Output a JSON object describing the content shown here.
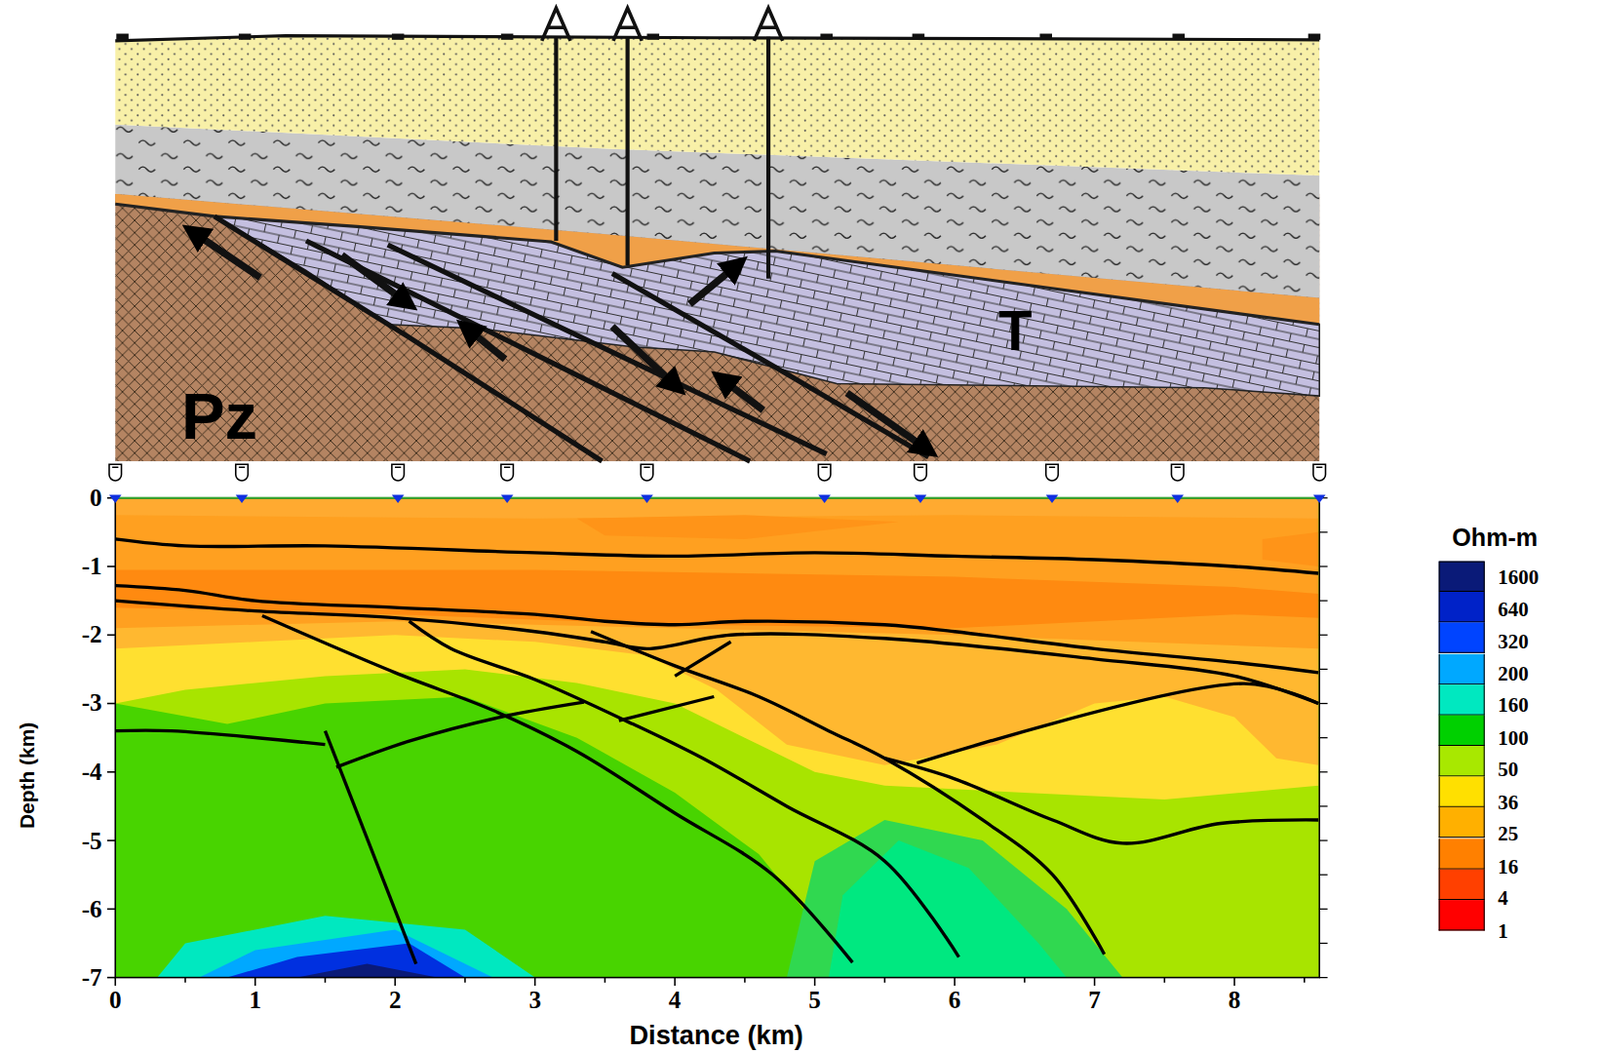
{
  "diagram": {
    "labels": [
      "Pz",
      "T",
      "0",
      "-1",
      "-2",
      "-3",
      "-4",
      "-5",
      "-6",
      "-7",
      "Depth (km)",
      "0",
      "1",
      "2",
      "3",
      "4",
      "5",
      "6",
      "7",
      "8",
      "Distance (km)",
      "Ohm-m"
    ],
    "legend": [
      {
        "text": "1600",
        "color": "#0a1a78"
      },
      {
        "text": "640",
        "color": "#0022c8"
      },
      {
        "text": "320",
        "color": "#0044ff"
      },
      {
        "text": "200",
        "color": "#00a8ff"
      },
      {
        "text": "160",
        "color": "#00e8c0"
      },
      {
        "text": "100",
        "color": "#00d000"
      },
      {
        "text": "50",
        "color": "#a8e800"
      },
      {
        "text": "36",
        "color": "#ffe000"
      },
      {
        "text": "25",
        "color": "#ffb000"
      },
      {
        "text": "16",
        "color": "#ff8000"
      },
      {
        "text": "4",
        "color": "#ff4000"
      },
      {
        "text": "1",
        "color": "#ff0000"
      }
    ]
  }
}
